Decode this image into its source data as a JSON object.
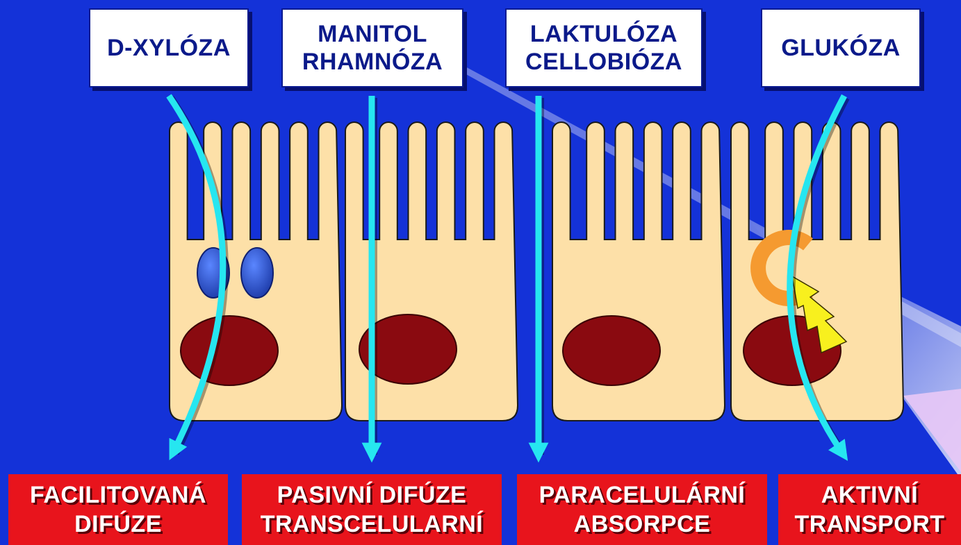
{
  "colors": {
    "background": "#1432d8",
    "cell": "#fde0a8",
    "nucleus": "#8a0a10",
    "arrow": "#26e6f0",
    "label_box": "#ffffff",
    "transport_box": "#e8141c",
    "carrier": "#f59a30",
    "lightning": "#f8f01e",
    "vesicle": "#2e5ad8"
  },
  "substances": [
    {
      "line1": "D-XYLÓZA",
      "line2": ""
    },
    {
      "line1": "MANITOL",
      "line2": "RHAMNÓZA"
    },
    {
      "line1": "LAKTULÓZA",
      "line2": "CELLOBIÓZA"
    },
    {
      "line1": "GLUKÓZA",
      "line2": ""
    }
  ],
  "transport_types": [
    {
      "line1": "FACILITOVANÁ",
      "line2": "DIFÚZE"
    },
    {
      "line1": "PASIVNÍ DIFÚZE",
      "line2": "TRANSCELULARNÍ"
    },
    {
      "line1": "PARACELULÁRNÍ",
      "line2": "ABSORPCE"
    },
    {
      "line1": "AKTIVNÍ",
      "line2": "TRANSPORT"
    }
  ],
  "icons": [
    "cell-shape",
    "microvilli",
    "nucleus",
    "vesicle",
    "carrier-protein-c",
    "lightning-bolt",
    "arrow-down"
  ]
}
